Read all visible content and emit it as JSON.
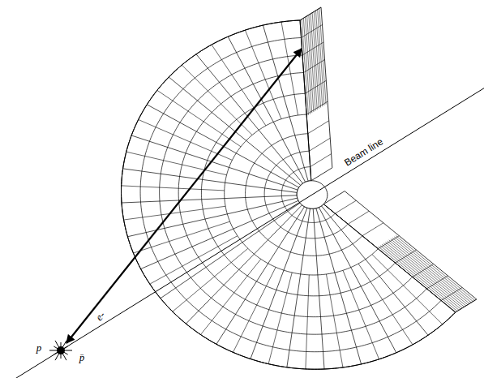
{
  "diagram": {
    "labels": [
      "Beam line",
      "e-",
      "p",
      "p̄"
    ]
  }
}
